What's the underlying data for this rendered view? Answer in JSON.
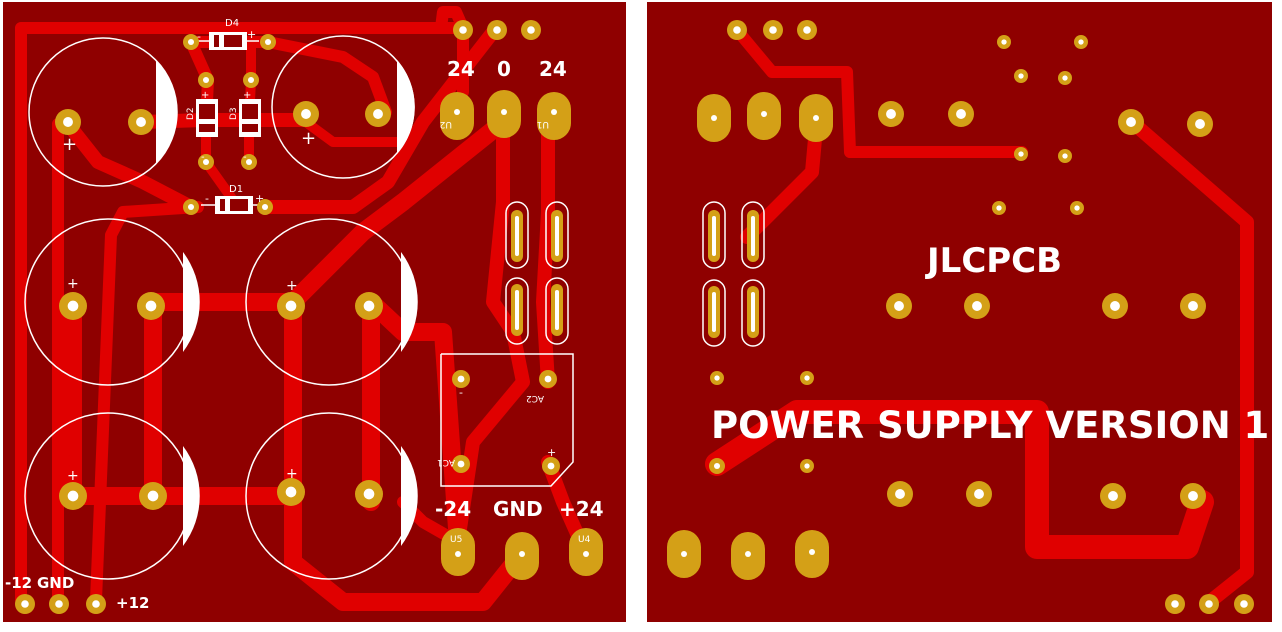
{
  "colors": {
    "board": "#8f0000",
    "trace": "#e00000",
    "pad": "#d4a017",
    "drill": "#ffffff",
    "silkscreen": "#ffffff"
  },
  "front": {
    "labels": {
      "d4": "D4",
      "d2": "D2",
      "d3": "D3",
      "d1": "D1",
      "top24_left": "24",
      "top0": "0",
      "top24_right": "24",
      "u1": "U1",
      "u2": "U2",
      "u4": "U4",
      "u5": "U5",
      "ac1": "AC1",
      "ac2": "AC2",
      "neg24": "-24",
      "gnd_right": "GND",
      "pos24": "+24",
      "neg12": "-12",
      "gnd_left": "GND",
      "pos12": "+12",
      "plus": "+",
      "minus": "-"
    }
  },
  "back": {
    "labels": {
      "brand": "JLCPCB",
      "title": "POWER SUPPLY VERSION 1"
    }
  }
}
